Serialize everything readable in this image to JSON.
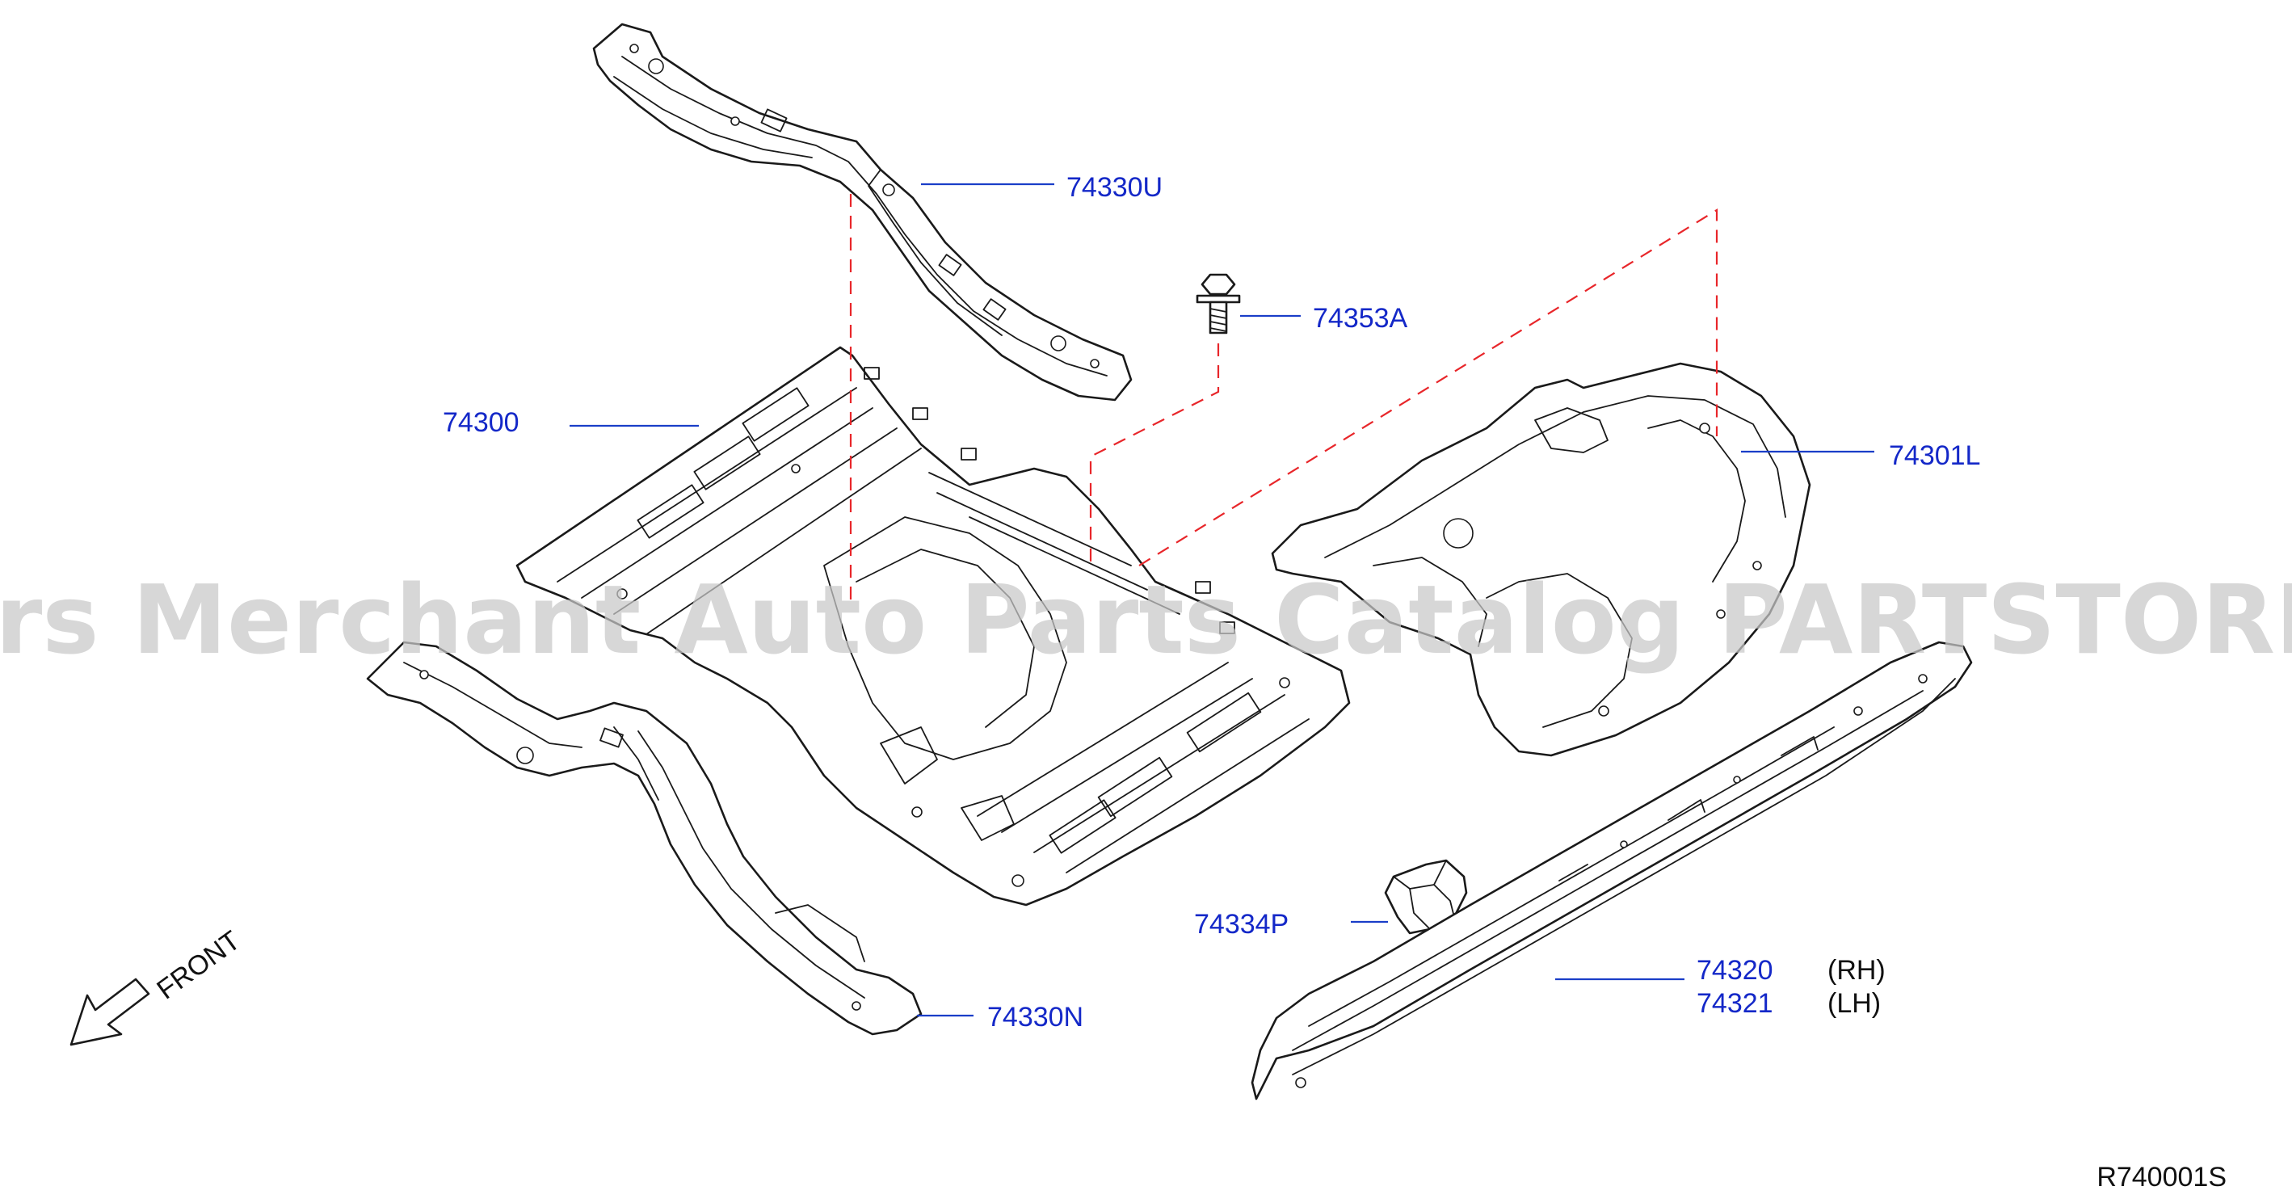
{
  "diagram": {
    "watermark": "Offers Merchant Auto Parts Catalog PARTSTORE.SA",
    "reference_code": "R740001S",
    "front_label": "FRONT",
    "label_color": "#1428c8",
    "guide_line_color": "#e8262a",
    "parts": [
      {
        "id": "74330U",
        "label": "74330U",
        "side": ""
      },
      {
        "id": "74353A",
        "label": "74353A",
        "side": ""
      },
      {
        "id": "74300",
        "label": "74300",
        "side": ""
      },
      {
        "id": "74301L",
        "label": "74301L",
        "side": ""
      },
      {
        "id": "74334P",
        "label": "74334P",
        "side": ""
      },
      {
        "id": "74320",
        "label": "74320",
        "side": "(RH)"
      },
      {
        "id": "74321",
        "label": "74321",
        "side": "(LH)"
      },
      {
        "id": "74330N",
        "label": "74330N",
        "side": ""
      }
    ]
  }
}
